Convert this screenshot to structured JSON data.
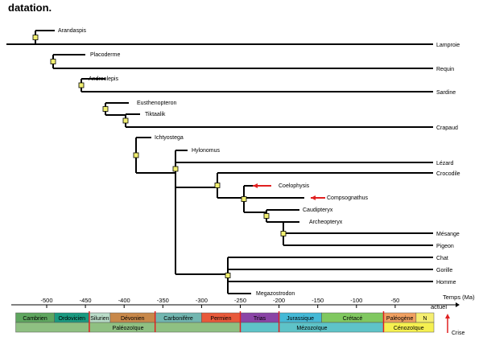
{
  "heading": "datation.",
  "leaves": [
    {
      "id": "lamproie",
      "label": "Lamproie"
    },
    {
      "id": "requin",
      "label": "Requin"
    },
    {
      "id": "sardine",
      "label": "Sardine"
    },
    {
      "id": "crapaud",
      "label": "Crapaud"
    },
    {
      "id": "lezard",
      "label": "Lézard"
    },
    {
      "id": "crocodile",
      "label": "Crocodile"
    },
    {
      "id": "mesange",
      "label": "Mésange"
    },
    {
      "id": "pigeon",
      "label": "Pigeon"
    },
    {
      "id": "chat",
      "label": "Chat"
    },
    {
      "id": "gorille",
      "label": "Gorille"
    },
    {
      "id": "homme",
      "label": "Homme"
    }
  ],
  "fossils": [
    {
      "id": "arandaspis",
      "label": "Arandaspis"
    },
    {
      "id": "placoderme",
      "label": "Placoderme"
    },
    {
      "id": "andreolepis",
      "label": "Andreolepis"
    },
    {
      "id": "eusthenopteron",
      "label": "Eusthenopteron"
    },
    {
      "id": "tiktaalik",
      "label": "Tiktaalik"
    },
    {
      "id": "ichtyostega",
      "label": "Ichtyostega"
    },
    {
      "id": "hylonomus",
      "label": "Hylonomus"
    },
    {
      "id": "coelophysis",
      "label": "Coelophysis"
    },
    {
      "id": "compsognathus",
      "label": "Compsognathus"
    },
    {
      "id": "caudipteryx",
      "label": "Caudipteryx"
    },
    {
      "id": "archeopteryx",
      "label": "Archeopteryx"
    },
    {
      "id": "megazostrodon",
      "label": "Megazostrodon"
    }
  ],
  "axis": {
    "ticks": [
      "-500",
      "-450",
      "-400",
      "-350",
      "-300",
      "-250",
      "-200",
      "-150",
      "-100",
      "-50"
    ],
    "now_label": "actuel",
    "unit_label": "Temps (Ma)"
  },
  "periods": [
    {
      "name": "Cambrien",
      "color": "#5fa65f"
    },
    {
      "name": "Ordovicien",
      "color": "#1a9a80"
    },
    {
      "name": "Silurien",
      "color": "#b9dcc8"
    },
    {
      "name": "Dévonien",
      "color": "#c8884a"
    },
    {
      "name": "Carbonifère",
      "color": "#72b6b0"
    },
    {
      "name": "Permien",
      "color": "#e8593a"
    },
    {
      "name": "Trias",
      "color": "#8a44a6"
    },
    {
      "name": "Jurassique",
      "color": "#45b9d6"
    },
    {
      "name": "Crétacé",
      "color": "#80c860"
    },
    {
      "name": "Paléogène",
      "color": "#f0a060"
    },
    {
      "name": "N",
      "color": "#f5ee70"
    }
  ],
  "eras": [
    {
      "name": "Paléozoïque",
      "color": "#8fc082"
    },
    {
      "name": "Mézozoïque",
      "color": "#5ec3c8"
    },
    {
      "name": "Cénozoïque",
      "color": "#f5f050"
    }
  ],
  "legend": {
    "crisis_label": "Crise"
  },
  "colors": {
    "node": "#f0ee70",
    "crisis": "#e02020",
    "line": "#000000"
  }
}
